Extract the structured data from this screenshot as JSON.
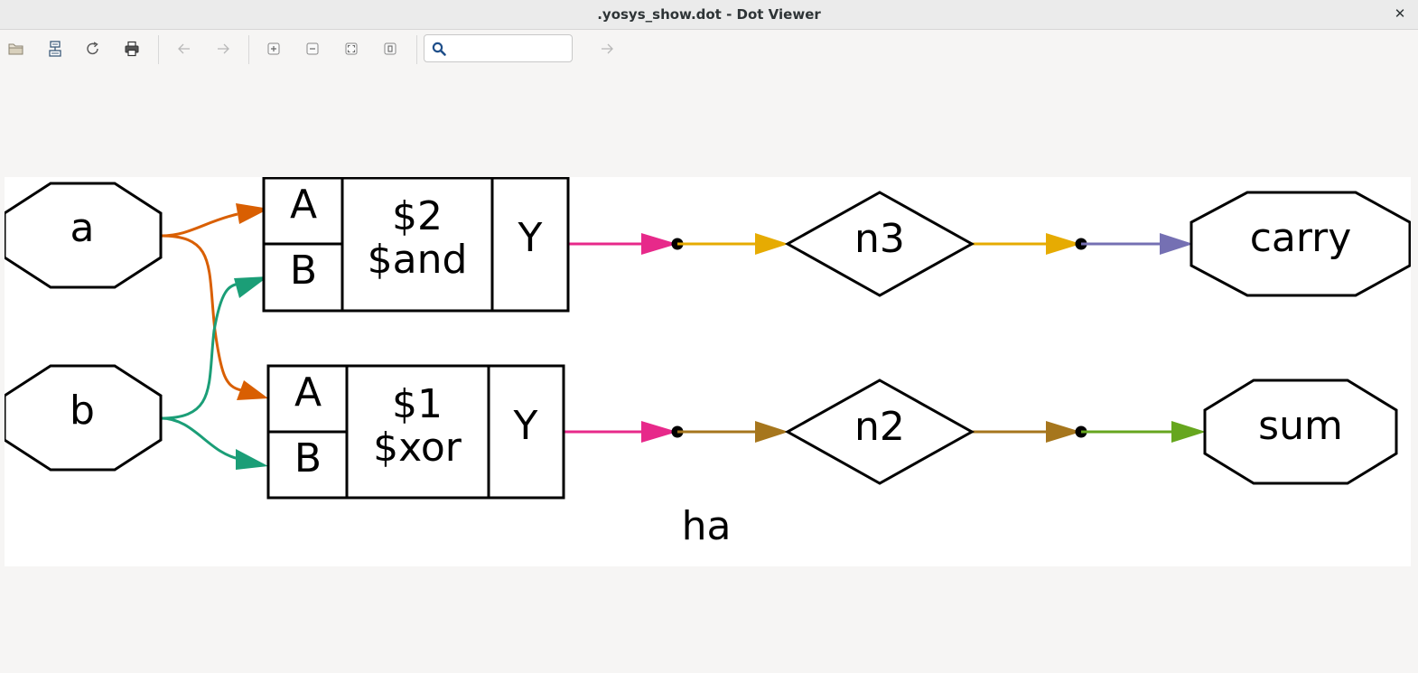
{
  "window": {
    "title": ".yosys_show.dot - Dot Viewer",
    "close_glyph": "✕"
  },
  "toolbar": {
    "buttons": [
      {
        "icon": "open-file-icon",
        "enabled": true
      },
      {
        "icon": "export-icon",
        "enabled": true
      },
      {
        "icon": "reload-icon",
        "enabled": true
      },
      {
        "icon": "print-icon",
        "enabled": true
      },
      {
        "icon": "back-icon",
        "enabled": false
      },
      {
        "icon": "forward-icon",
        "enabled": false
      },
      {
        "icon": "zoom-in-icon",
        "enabled": true
      },
      {
        "icon": "zoom-out-icon",
        "enabled": true
      },
      {
        "icon": "zoom-fit-icon",
        "enabled": true
      },
      {
        "icon": "zoom-100-icon",
        "enabled": true
      }
    ],
    "search": {
      "value": "",
      "placeholder": ""
    },
    "find_next": {
      "icon": "find-next-icon",
      "enabled": false
    }
  },
  "graph": {
    "name": "ha",
    "inputs": [
      {
        "id": "a",
        "label": "a"
      },
      {
        "id": "b",
        "label": "b"
      }
    ],
    "cells": [
      {
        "id": "and",
        "ports_in": [
          "A",
          "B"
        ],
        "line1": "$2",
        "line2": "$and",
        "port_out": "Y"
      },
      {
        "id": "xor",
        "ports_in": [
          "A",
          "B"
        ],
        "line1": "$1",
        "line2": "$xor",
        "port_out": "Y"
      }
    ],
    "nets": [
      {
        "id": "n3",
        "label": "n3"
      },
      {
        "id": "n2",
        "label": "n2"
      }
    ],
    "outputs": [
      {
        "id": "carry",
        "label": "carry"
      },
      {
        "id": "sum",
        "label": "sum"
      }
    ],
    "edge_colors": {
      "a_fanout": "#d95f02",
      "b_fanout": "#1b9e77",
      "cell_out": "#e7298a",
      "n3_net": "#e6ab02",
      "carry_out": "#7570b3",
      "n2_net": "#a6761d",
      "sum_out": "#66a61e"
    }
  }
}
